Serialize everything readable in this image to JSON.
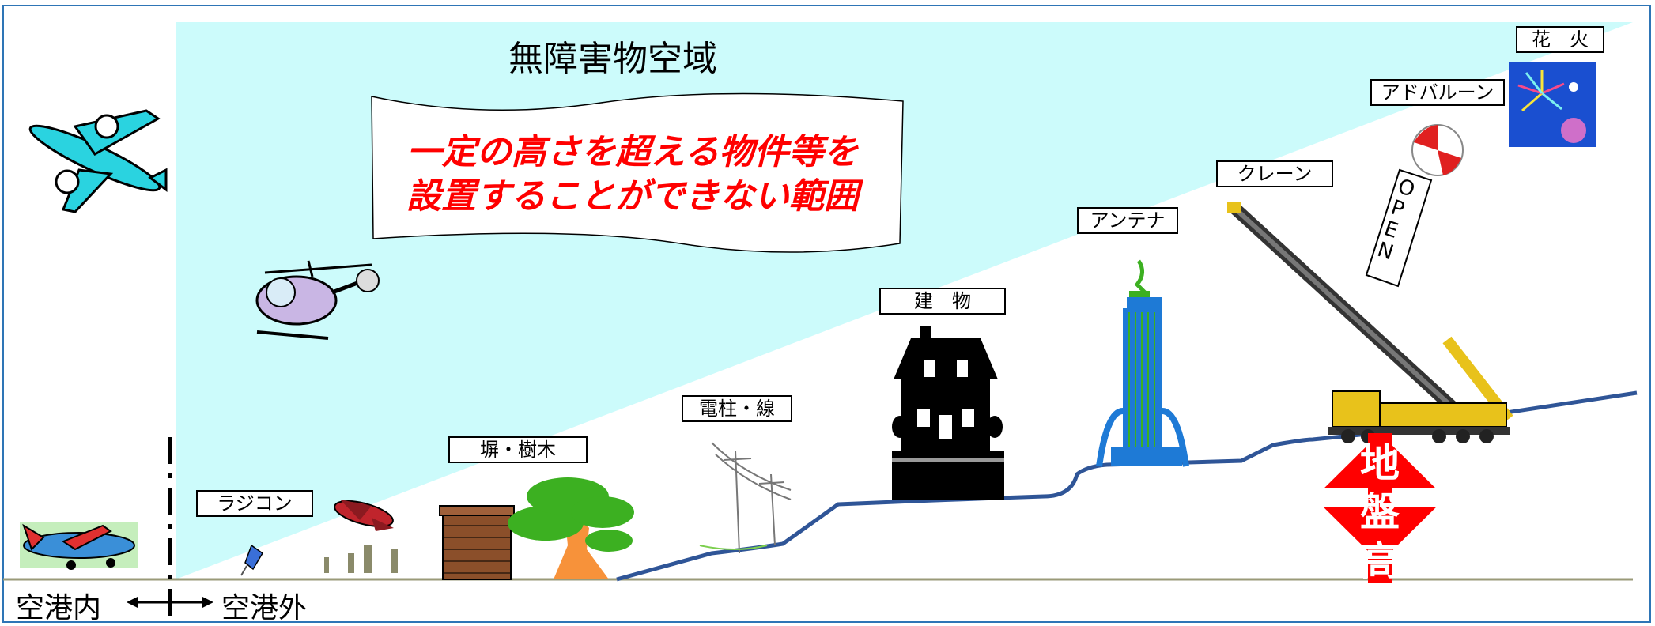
{
  "title": "無障害物空域",
  "notice_lines": [
    "一定の高さを超える物件等を",
    "設置することができない範囲"
  ],
  "labels": {
    "radicon": "ラジコン",
    "fence_tree": "塀・樹木",
    "pole_wire": "電柱・線",
    "building": "建　物",
    "antenna": "アンテナ",
    "crane": "クレーン",
    "balloon": "アドバルーン",
    "fireworks": "花　火"
  },
  "ground": {
    "inside": "空港内",
    "outside": "空港外"
  },
  "ground_level_chars": [
    "地",
    "盤",
    "高"
  ],
  "balloon_banner": "OPEN",
  "colors": {
    "airspace": "#ccfbfb",
    "frame": "#2e75b6",
    "terrain": "#2f5597",
    "notice": "#ff0000",
    "ground_sign": "#ff0000"
  }
}
